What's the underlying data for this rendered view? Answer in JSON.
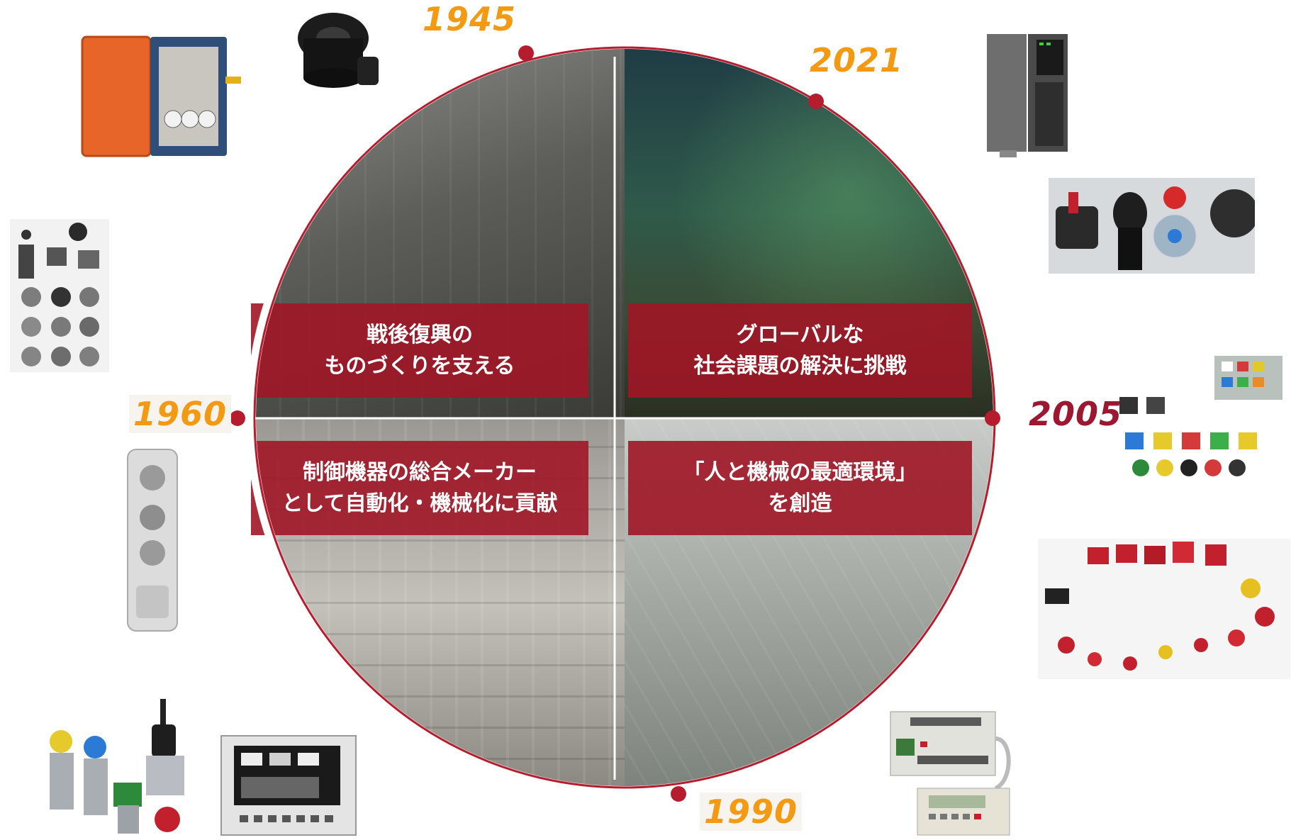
{
  "years": {
    "y1945": "1945",
    "y2021": "2021",
    "y1960": "1960",
    "y2005": "2005",
    "y1990": "1990"
  },
  "panels": {
    "postwar": {
      "line1": "戦後復興の",
      "line2": "ものづくりを支える"
    },
    "global": {
      "line1": "グローバルな",
      "line2": "社会課題の解決に挑戦"
    },
    "automation": {
      "line1": "制御機器の総合メーカー",
      "line2": "として自動化・機械化に貢献"
    },
    "environment": {
      "line1": "「人と機械の最適環境」",
      "line2": "を創造"
    }
  },
  "colors": {
    "accent_red": "#a01626",
    "year_orange": "#f39a12",
    "year_maroon": "#9c1730",
    "ring": "#b51d2e"
  }
}
